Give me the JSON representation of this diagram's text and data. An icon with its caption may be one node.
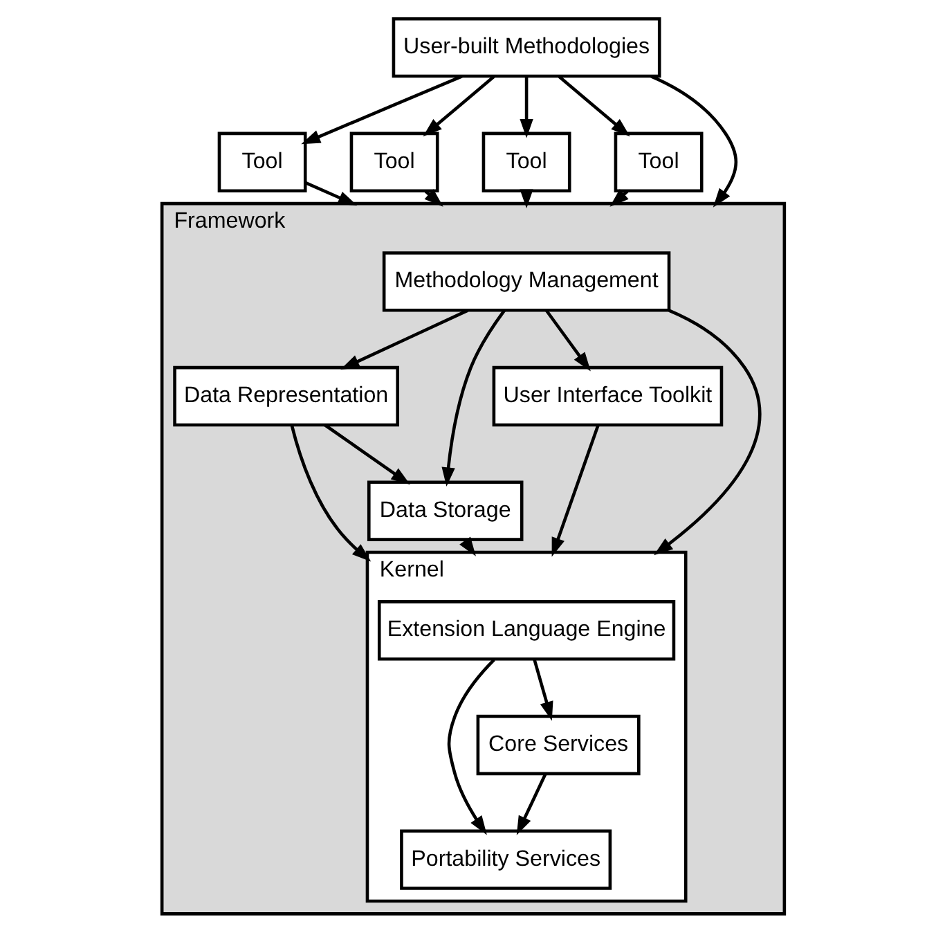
{
  "diagram": {
    "nodes": [
      {
        "text": [
          "User-built Methodologies"
        ]
      },
      {
        "text": [
          "Tool"
        ]
      },
      {
        "text": [
          "Tool"
        ]
      },
      {
        "text": [
          "Tool"
        ]
      },
      {
        "text": [
          "Tool"
        ]
      },
      {
        "text": [
          "Framework"
        ]
      },
      {
        "text": [
          "Methodology Management"
        ],
        "in": 5
      },
      {
        "text": [
          "Data Representation"
        ],
        "in": 5
      },
      {
        "text": [
          "Data Storage"
        ],
        "in": 5
      },
      {
        "text": [
          "User Interface Toolkit"
        ],
        "in": 5
      },
      {
        "text": [
          "Kernel"
        ],
        "in": 5
      },
      {
        "text": [
          "Extension Language Engine"
        ],
        "in": 10
      },
      {
        "text": [
          "Portability Services"
        ],
        "in": 10
      },
      {
        "text": [
          "Core Services"
        ],
        "in": 10
      }
    ],
    "edges": [
      {
        "from": 0,
        "to": 1,
        "arrow": "to"
      },
      {
        "from": 0,
        "to": 5,
        "arrow": "to"
      },
      {
        "from": 0,
        "to": 2,
        "arrow": "to"
      },
      {
        "from": 0,
        "to": 3,
        "arrow": "to"
      },
      {
        "from": 0,
        "to": 4,
        "arrow": "to"
      },
      {
        "from": 1,
        "to": 5,
        "arrow": "to"
      },
      {
        "from": 2,
        "to": 5,
        "arrow": "to"
      },
      {
        "from": 3,
        "to": 5,
        "arrow": "to"
      },
      {
        "from": 4,
        "to": 5,
        "arrow": "to"
      },
      {
        "from": 6,
        "to": 7,
        "arrow": "to"
      },
      {
        "from": 6,
        "to": 8,
        "arrow": "to"
      },
      {
        "from": 6,
        "to": 9,
        "arrow": "to"
      },
      {
        "from": 7,
        "to": 8,
        "arrow": "to"
      },
      {
        "from": 7,
        "to": 10,
        "arrow": "to"
      },
      {
        "from": 8,
        "to": 10,
        "arrow": "to"
      },
      {
        "from": 9,
        "to": 10,
        "arrow": "to"
      },
      {
        "from": 6,
        "to": 10,
        "arrow": "to"
      },
      {
        "from": 11,
        "to": 12,
        "arrow": "to"
      },
      {
        "from": 11,
        "to": 13,
        "arrow": "to"
      },
      {
        "from": 13,
        "to": 12,
        "arrow": "to"
      }
    ]
  }
}
